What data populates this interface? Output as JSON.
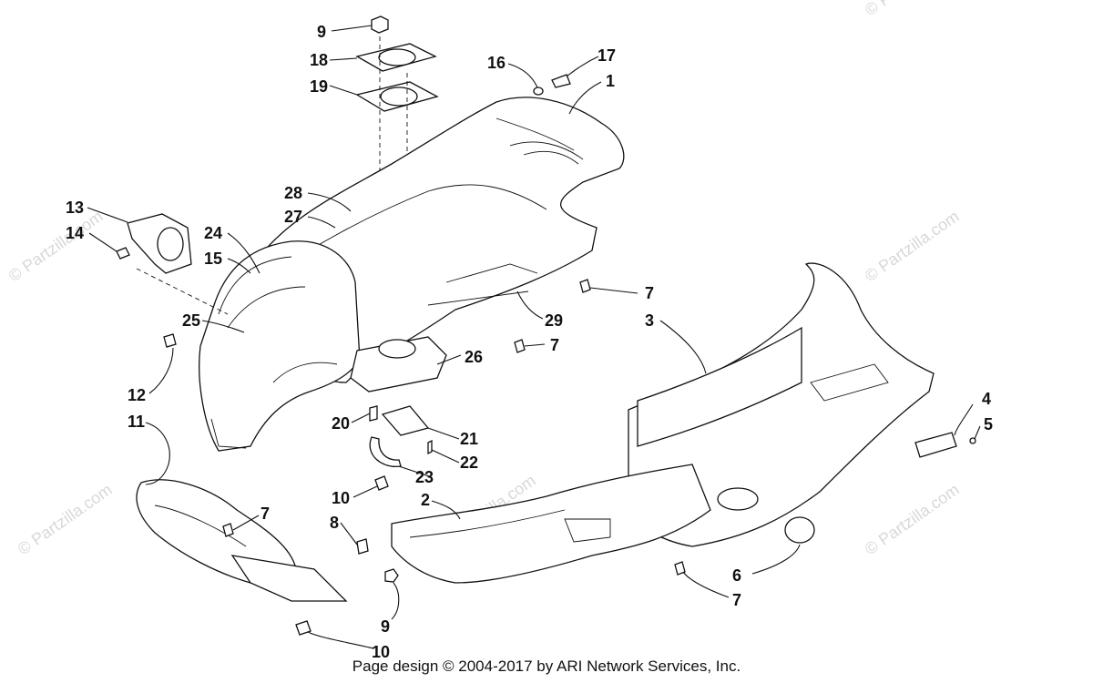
{
  "watermark": {
    "text": "© Partzilla.com"
  },
  "footer": {
    "text": "Page design © 2004-2017 by ARI Network Services, Inc."
  },
  "callouts": {
    "c9a": "9",
    "c18": "18",
    "c19": "19",
    "c16": "16",
    "c17": "17",
    "c1": "1",
    "c28": "28",
    "c27": "27",
    "c13": "13",
    "c14": "14",
    "c24": "24",
    "c15": "15",
    "c25": "25",
    "c12": "12",
    "c11": "11",
    "c7a": "7",
    "c3": "3",
    "c29": "29",
    "c7b": "7",
    "c26": "26",
    "c20": "20",
    "c21": "21",
    "c22": "22",
    "c23": "23",
    "c4": "4",
    "c5": "5",
    "c10a": "10",
    "c2": "2",
    "c8": "8",
    "c7c": "7",
    "c6": "6",
    "c7d": "7",
    "c9b": "9",
    "c10b": "10"
  }
}
